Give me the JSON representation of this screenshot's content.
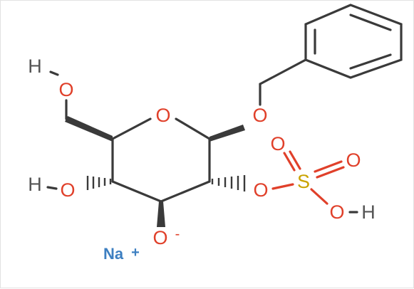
{
  "molecule": {
    "atoms": {
      "ring_oxygen": "O",
      "glycosidic_oxygen": "O",
      "hydroxymethyl_oxygen": "O",
      "hydroxymethyl_hydrogen": "H",
      "c4_oxygen": "O",
      "c4_hydrogen": "H",
      "sulfate_ester_oxygen": "O",
      "sulfur": "S",
      "sulfonyl_oxygen_1": "O",
      "sulfonyl_oxygen_2": "O",
      "sulfate_hydroxyl_oxygen": "O",
      "sulfate_hydroxyl_hydrogen": "H",
      "oxide_oxygen": "O",
      "oxide_charge": "-",
      "sodium": "Na",
      "sodium_charge": "+"
    },
    "colors": {
      "carbon_bond": "#3a3a3a",
      "oxygen": "#e0402a",
      "sulfur": "#c9a300",
      "hydrogen": "#555555",
      "sodium": "#3d7fc1"
    }
  }
}
